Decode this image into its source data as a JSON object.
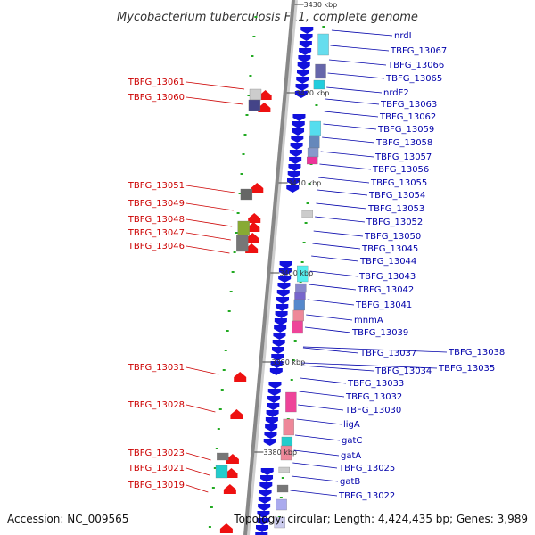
{
  "title": "Mycobacterium tuberculosis F11, complete genome",
  "accession": "Accession: NC_009565",
  "topology": "Topology: circular; Length: 4,424,435 bp; Genes: 3,989",
  "colors": {
    "forward_label": "#cc0000",
    "reverse_label": "#0000aa",
    "backbone": "#888888",
    "forward_arrow": "#ee1111",
    "reverse_arrow": "#1111dd",
    "tick_dot": "#22aa22"
  },
  "kbp_markers": [
    "3430 kbp",
    "3420 kbp",
    "3410 kbp",
    "3400 kbp",
    "3390 kbp",
    "3380 kbp"
  ],
  "left_labels": [
    "TBFG_13061",
    "TBFG_13060",
    "TBFG_13051",
    "TBFG_13049",
    "TBFG_13048",
    "TBFG_13047",
    "TBFG_13046",
    "TBFG_13031",
    "TBFG_13028",
    "TBFG_13023",
    "TBFG_13021",
    "TBFG_13019"
  ],
  "right_labels": [
    "nrdI",
    "TBFG_13067",
    "TBFG_13066",
    "TBFG_13065",
    "nrdF2",
    "TBFG_13063",
    "TBFG_13062",
    "TBFG_13059",
    "TBFG_13058",
    "TBFG_13057",
    "TBFG_13056",
    "TBFG_13055",
    "TBFG_13054",
    "TBFG_13053",
    "TBFG_13052",
    "TBFG_13050",
    "TBFG_13045",
    "TBFG_13044",
    "TBFG_13043",
    "TBFG_13042",
    "TBFG_13041",
    "mnmA",
    "TBFG_13039",
    "TBFG_13037",
    "TBFG_13038",
    "TBFG_13034",
    "TBFG_13035",
    "TBFG_13033",
    "TBFG_13032",
    "TBFG_13030",
    "ligA",
    "gatC",
    "gatA",
    "TBFG_13025",
    "gatB",
    "TBFG_13022"
  ]
}
